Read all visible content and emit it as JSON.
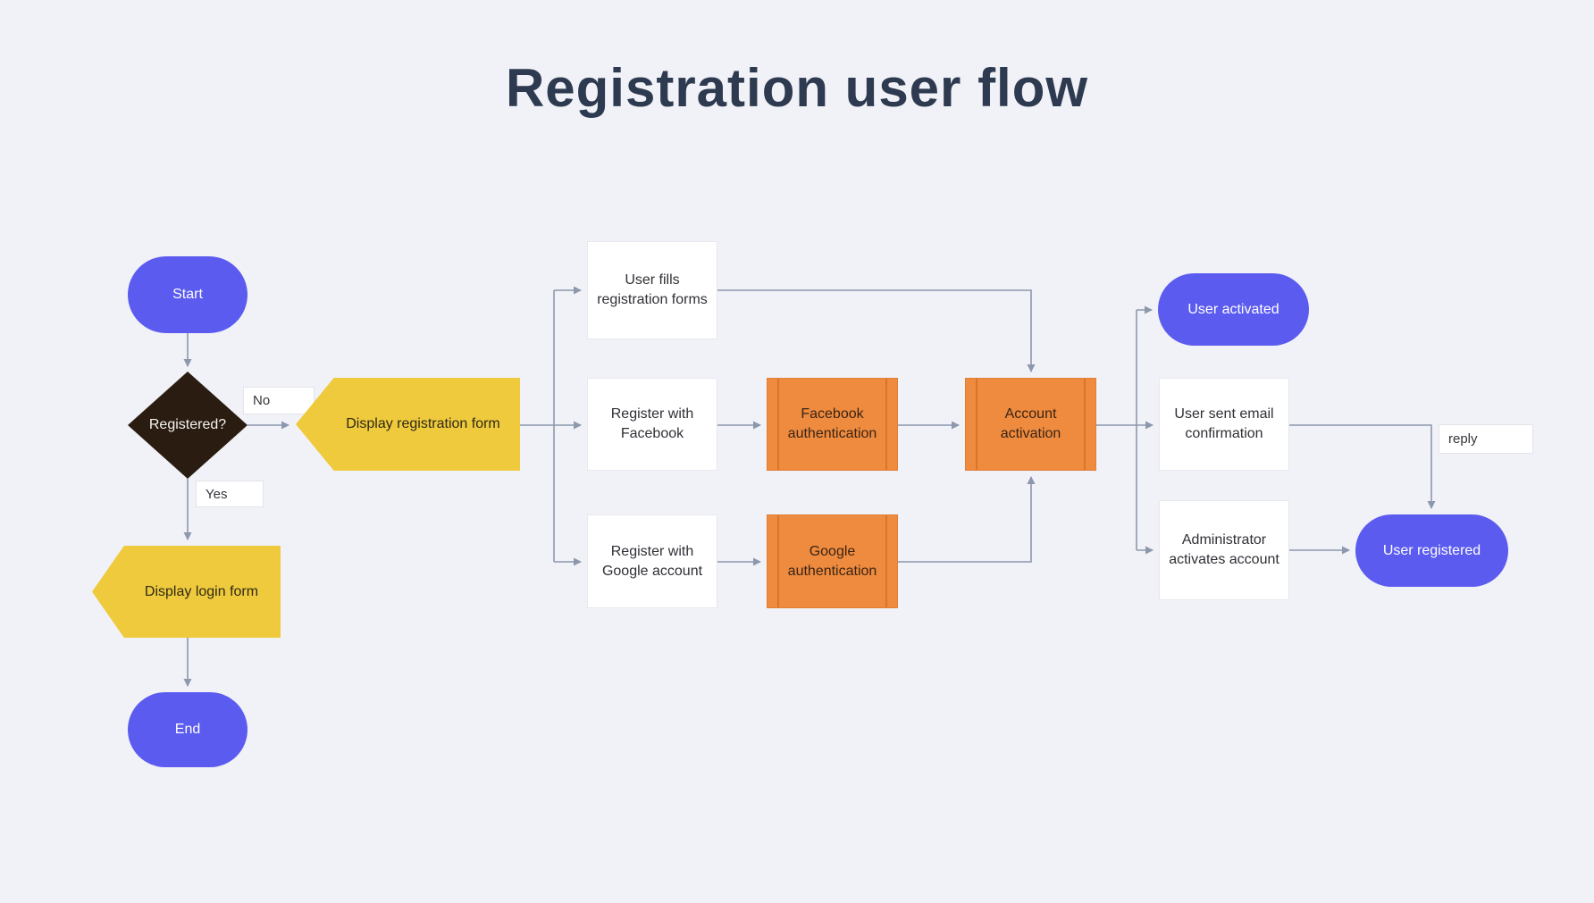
{
  "title": "Registration user flow",
  "nodes": {
    "start": "Start",
    "registered": "Registered?",
    "display_registration_form": "Display registration form",
    "display_login_form": "Display login form",
    "end": "End",
    "user_fills_registration_forms": "User fills registration forms",
    "register_with_facebook": "Register with Facebook",
    "register_with_google_account": "Register with Google account",
    "facebook_authentication": "Facebook authentication",
    "google_authentication": "Google authentication",
    "account_activation": "Account activation",
    "user_activated": "User activated",
    "user_sent_email_confirmation": "User sent email confirmation",
    "administrator_activates_account": "Administrator activates account",
    "user_registered": "User registered"
  },
  "edge_labels": {
    "no": "No",
    "yes": "Yes",
    "reply": "reply"
  },
  "colors": {
    "background": "#f1f1f8",
    "node_blue": "#5b5bef",
    "node_yellow": "#efca3d",
    "node_orange": "#ef8b3e",
    "diamond_dark": "#2a1c10",
    "connector_gray": "#8c98ac",
    "title_color": "#2d3a4f"
  }
}
